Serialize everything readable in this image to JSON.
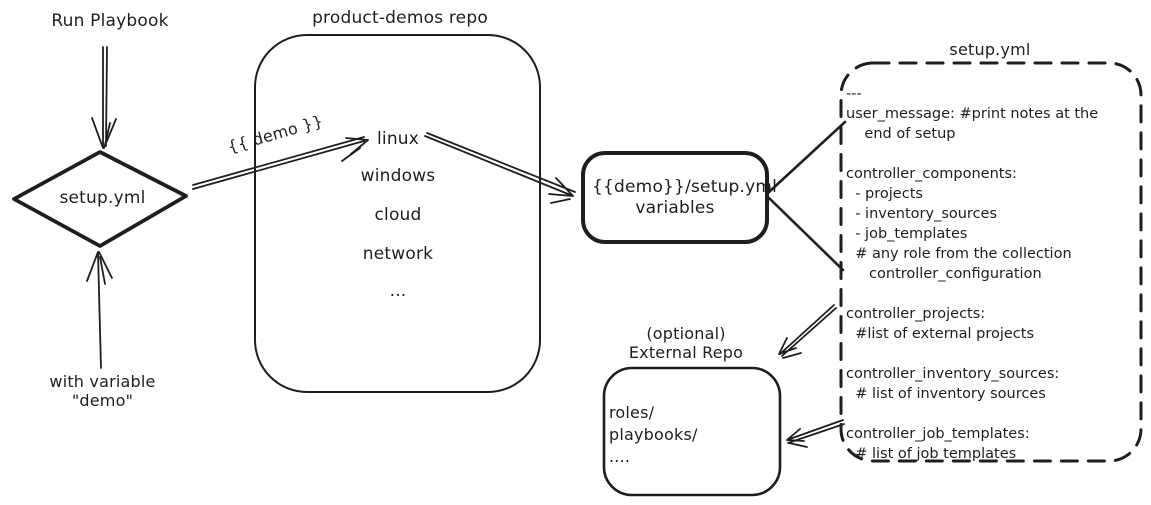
{
  "canvas": {
    "background": "#ffffff",
    "ink": "#1e1e1e"
  },
  "left_flow": {
    "run_playbook_label": "Run Playbook",
    "diamond_label": "setup.yml",
    "with_variable_line1": "with variable",
    "with_variable_line2": "\"demo\""
  },
  "repo": {
    "title": "product-demos repo",
    "arrow_label": "{{ demo }}",
    "items": [
      "linux",
      "windows",
      "cloud",
      "network",
      "..."
    ]
  },
  "variables_box": {
    "line1": "{{demo}}/setup.yml",
    "line2": "variables"
  },
  "setup_yml": {
    "title": "setup.yml",
    "content": "---\nuser_message: #print notes at the\n    end of setup\n\ncontroller_components:\n  - projects\n  - inventory_sources\n  - job_templates\n  # any role from the collection\n     controller_configuration\n\ncontroller_projects:\n  #list of external projects\n\ncontroller_inventory_sources:\n  # list of inventory sources\n\ncontroller_job_templates:\n  # list of job templates"
  },
  "external_repo": {
    "title_line1": "(optional)",
    "title_line2": "External Repo",
    "items": [
      "roles/",
      "playbooks/",
      "...."
    ]
  }
}
